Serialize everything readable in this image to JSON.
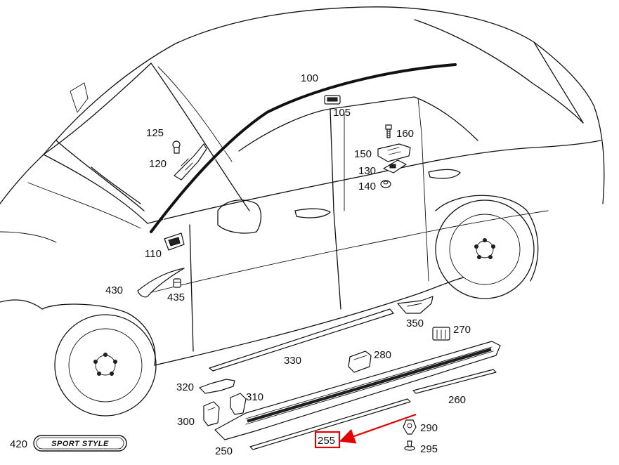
{
  "callouts": {
    "c100": "100",
    "c105": "105",
    "c110": "110",
    "c120": "120",
    "c125": "125",
    "c130": "130",
    "c140": "140",
    "c150": "150",
    "c160": "160",
    "c250": "250",
    "c255": "255",
    "c260": "260",
    "c270": "270",
    "c280": "280",
    "c290": "290",
    "c295": "295",
    "c300": "300",
    "c310": "310",
    "c320": "320",
    "c330": "330",
    "c350": "350",
    "c420": "420",
    "c430": "430",
    "c435": "435"
  },
  "emblem": {
    "text": "SPORT STYLE"
  },
  "highlight": {
    "part": "255",
    "color": "#e60000"
  }
}
